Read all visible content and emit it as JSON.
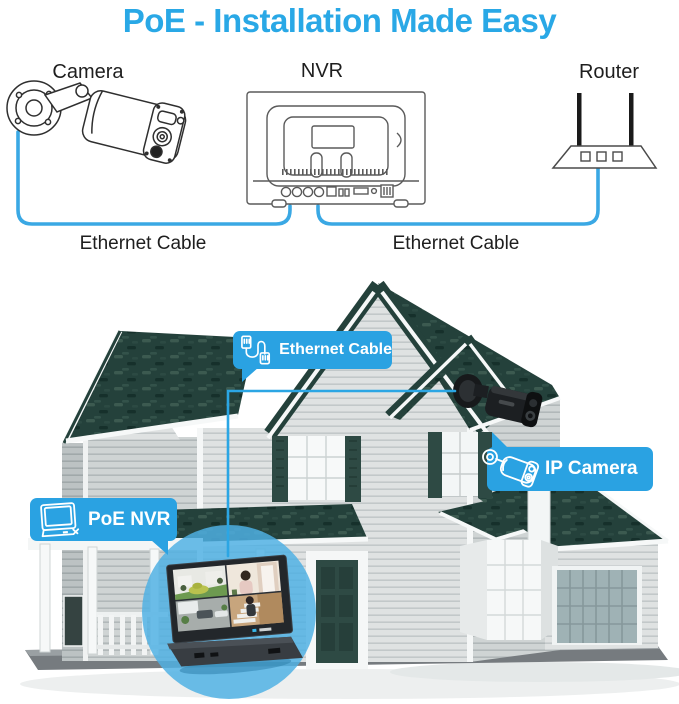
{
  "title": {
    "text": "PoE - Installation Made Easy",
    "color": "#29a8e6"
  },
  "top_diagram": {
    "devices": [
      {
        "id": "camera",
        "label": "Camera"
      },
      {
        "id": "nvr",
        "label": "NVR"
      },
      {
        "id": "router",
        "label": "Router"
      }
    ],
    "cables": [
      {
        "label": "Ethernet Cable"
      },
      {
        "label": "Ethernet Cable"
      }
    ],
    "cable_color": "#3aa8e4"
  },
  "house": {
    "callouts": [
      {
        "id": "ethernet-cable",
        "label": "Ethernet Cable",
        "icon": "ethernet-cable-icon"
      },
      {
        "id": "ip-camera",
        "label": "IP Camera",
        "icon": "bullet-camera-icon"
      },
      {
        "id": "poe-nvr",
        "label": "PoE NVR",
        "icon": "poe-monitor-icon"
      }
    ],
    "callout_color": "#2aa2e2",
    "roof_color": "#24413b",
    "shutter_color": "#2e4a44",
    "highlight_circle_color": "#4fb0e4",
    "monitor_preview": {
      "type": "quad-camera-view",
      "tiles": [
        "front-yard-car",
        "indoor-person",
        "driveway-cars",
        "staircase-person"
      ]
    }
  }
}
